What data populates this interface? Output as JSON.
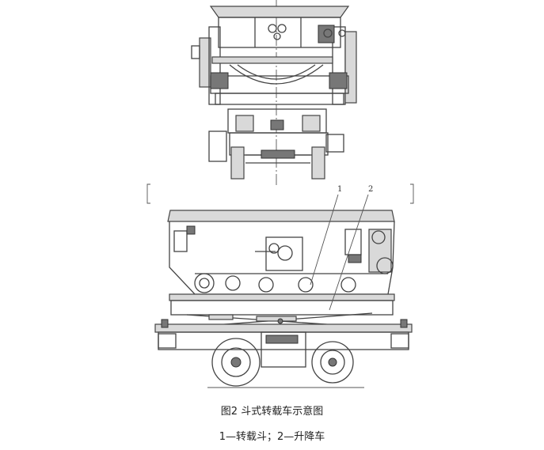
{
  "figure": {
    "callouts": [
      {
        "id": "1",
        "label": "1"
      },
      {
        "id": "2",
        "label": "2"
      }
    ],
    "caption_title": "图2 斗式转载车示意图",
    "caption_legend": "1—转载斗；2—升降车"
  }
}
